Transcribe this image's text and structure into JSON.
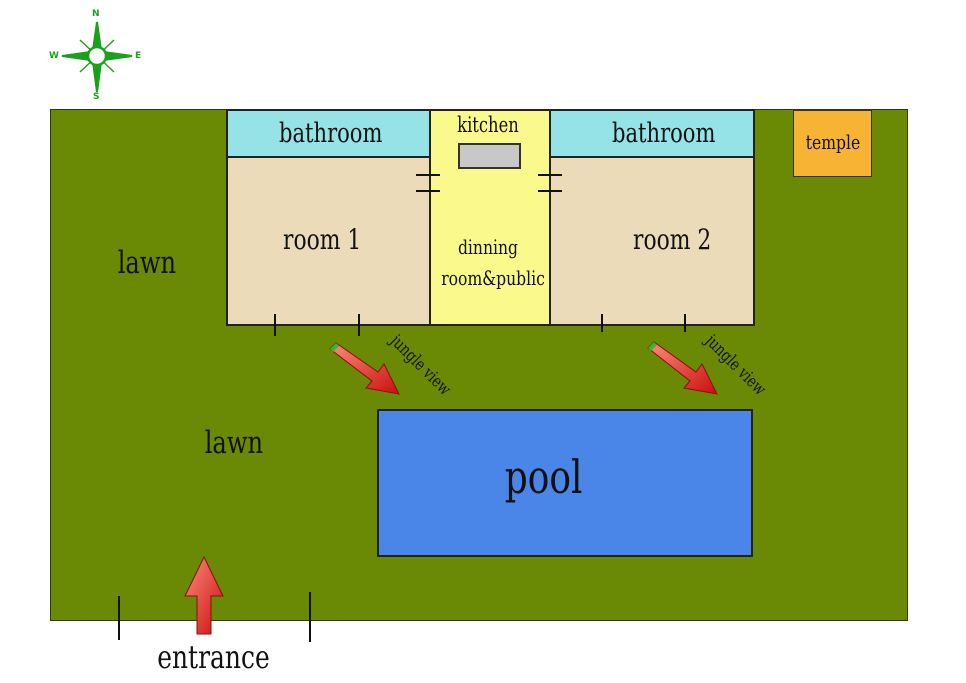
{
  "compass": {
    "north": "N",
    "south": "S",
    "east": "E",
    "west": "W"
  },
  "areas": {
    "bathroom_left": "bathroom",
    "kitchen": "kitchen",
    "bathroom_right": "bathroom",
    "temple": "temple",
    "room1": "room 1",
    "room2": "room 2",
    "dining_line1": "dinning",
    "dining_line2": "room&public",
    "lawn_top": "lawn",
    "lawn_bottom": "lawn",
    "pool": "pool"
  },
  "annotations": {
    "jungle_view_left": "jungle view",
    "jungle_view_right": "jungle view",
    "entrance": "entrance"
  },
  "colors": {
    "lawn": "#6a8a06",
    "room": "#ebdbb8",
    "bathroom": "#95e3e6",
    "dining": "#fafa8c",
    "temple": "#f7b334",
    "pool": "#4a86e8",
    "arrow": "#e8231c",
    "compass": "#1aa01a"
  }
}
